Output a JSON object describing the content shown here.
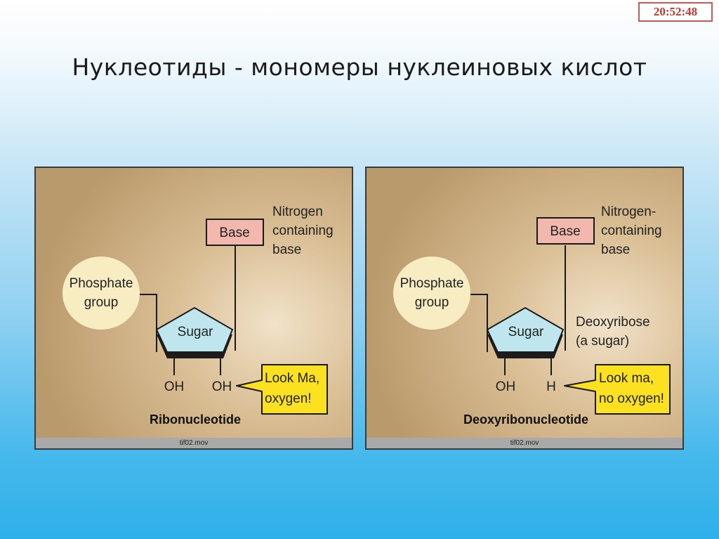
{
  "clock": "20:52:48",
  "title": "Нуклеотиды  - мономеры нуклеиновых кислот",
  "panels": [
    {
      "base_label": "Base",
      "base_desc": [
        "Nitrogen",
        "containing",
        "base"
      ],
      "phosphate": [
        "Phosphate",
        "group"
      ],
      "sugar": "Sugar",
      "sugar_desc": [],
      "groups": [
        "OH",
        "OH"
      ],
      "callout": [
        "Look Ma,",
        "oxygen!"
      ],
      "name": "Ribonucleotide",
      "caption": "tif02.mov"
    },
    {
      "base_label": "Base",
      "base_desc": [
        "Nitrogen-",
        "containing",
        "base"
      ],
      "phosphate": [
        "Phosphate",
        "group"
      ],
      "sugar": "Sugar",
      "sugar_desc": [
        "Deoxyribose",
        "(a sugar)"
      ],
      "groups": [
        "OH",
        "H"
      ],
      "callout": [
        "Look ma,",
        "no oxygen!"
      ],
      "name": "Deoxyribonucleotide",
      "caption": "tif02.mov"
    }
  ],
  "colors": {
    "panel_bg": "#c7a97c",
    "base_box": "#f2b8ad",
    "phosphate": "#f7ecc2",
    "sugar": "#bfe6ee",
    "callout": "#fbe11f",
    "clock_border": "#d9534f"
  }
}
